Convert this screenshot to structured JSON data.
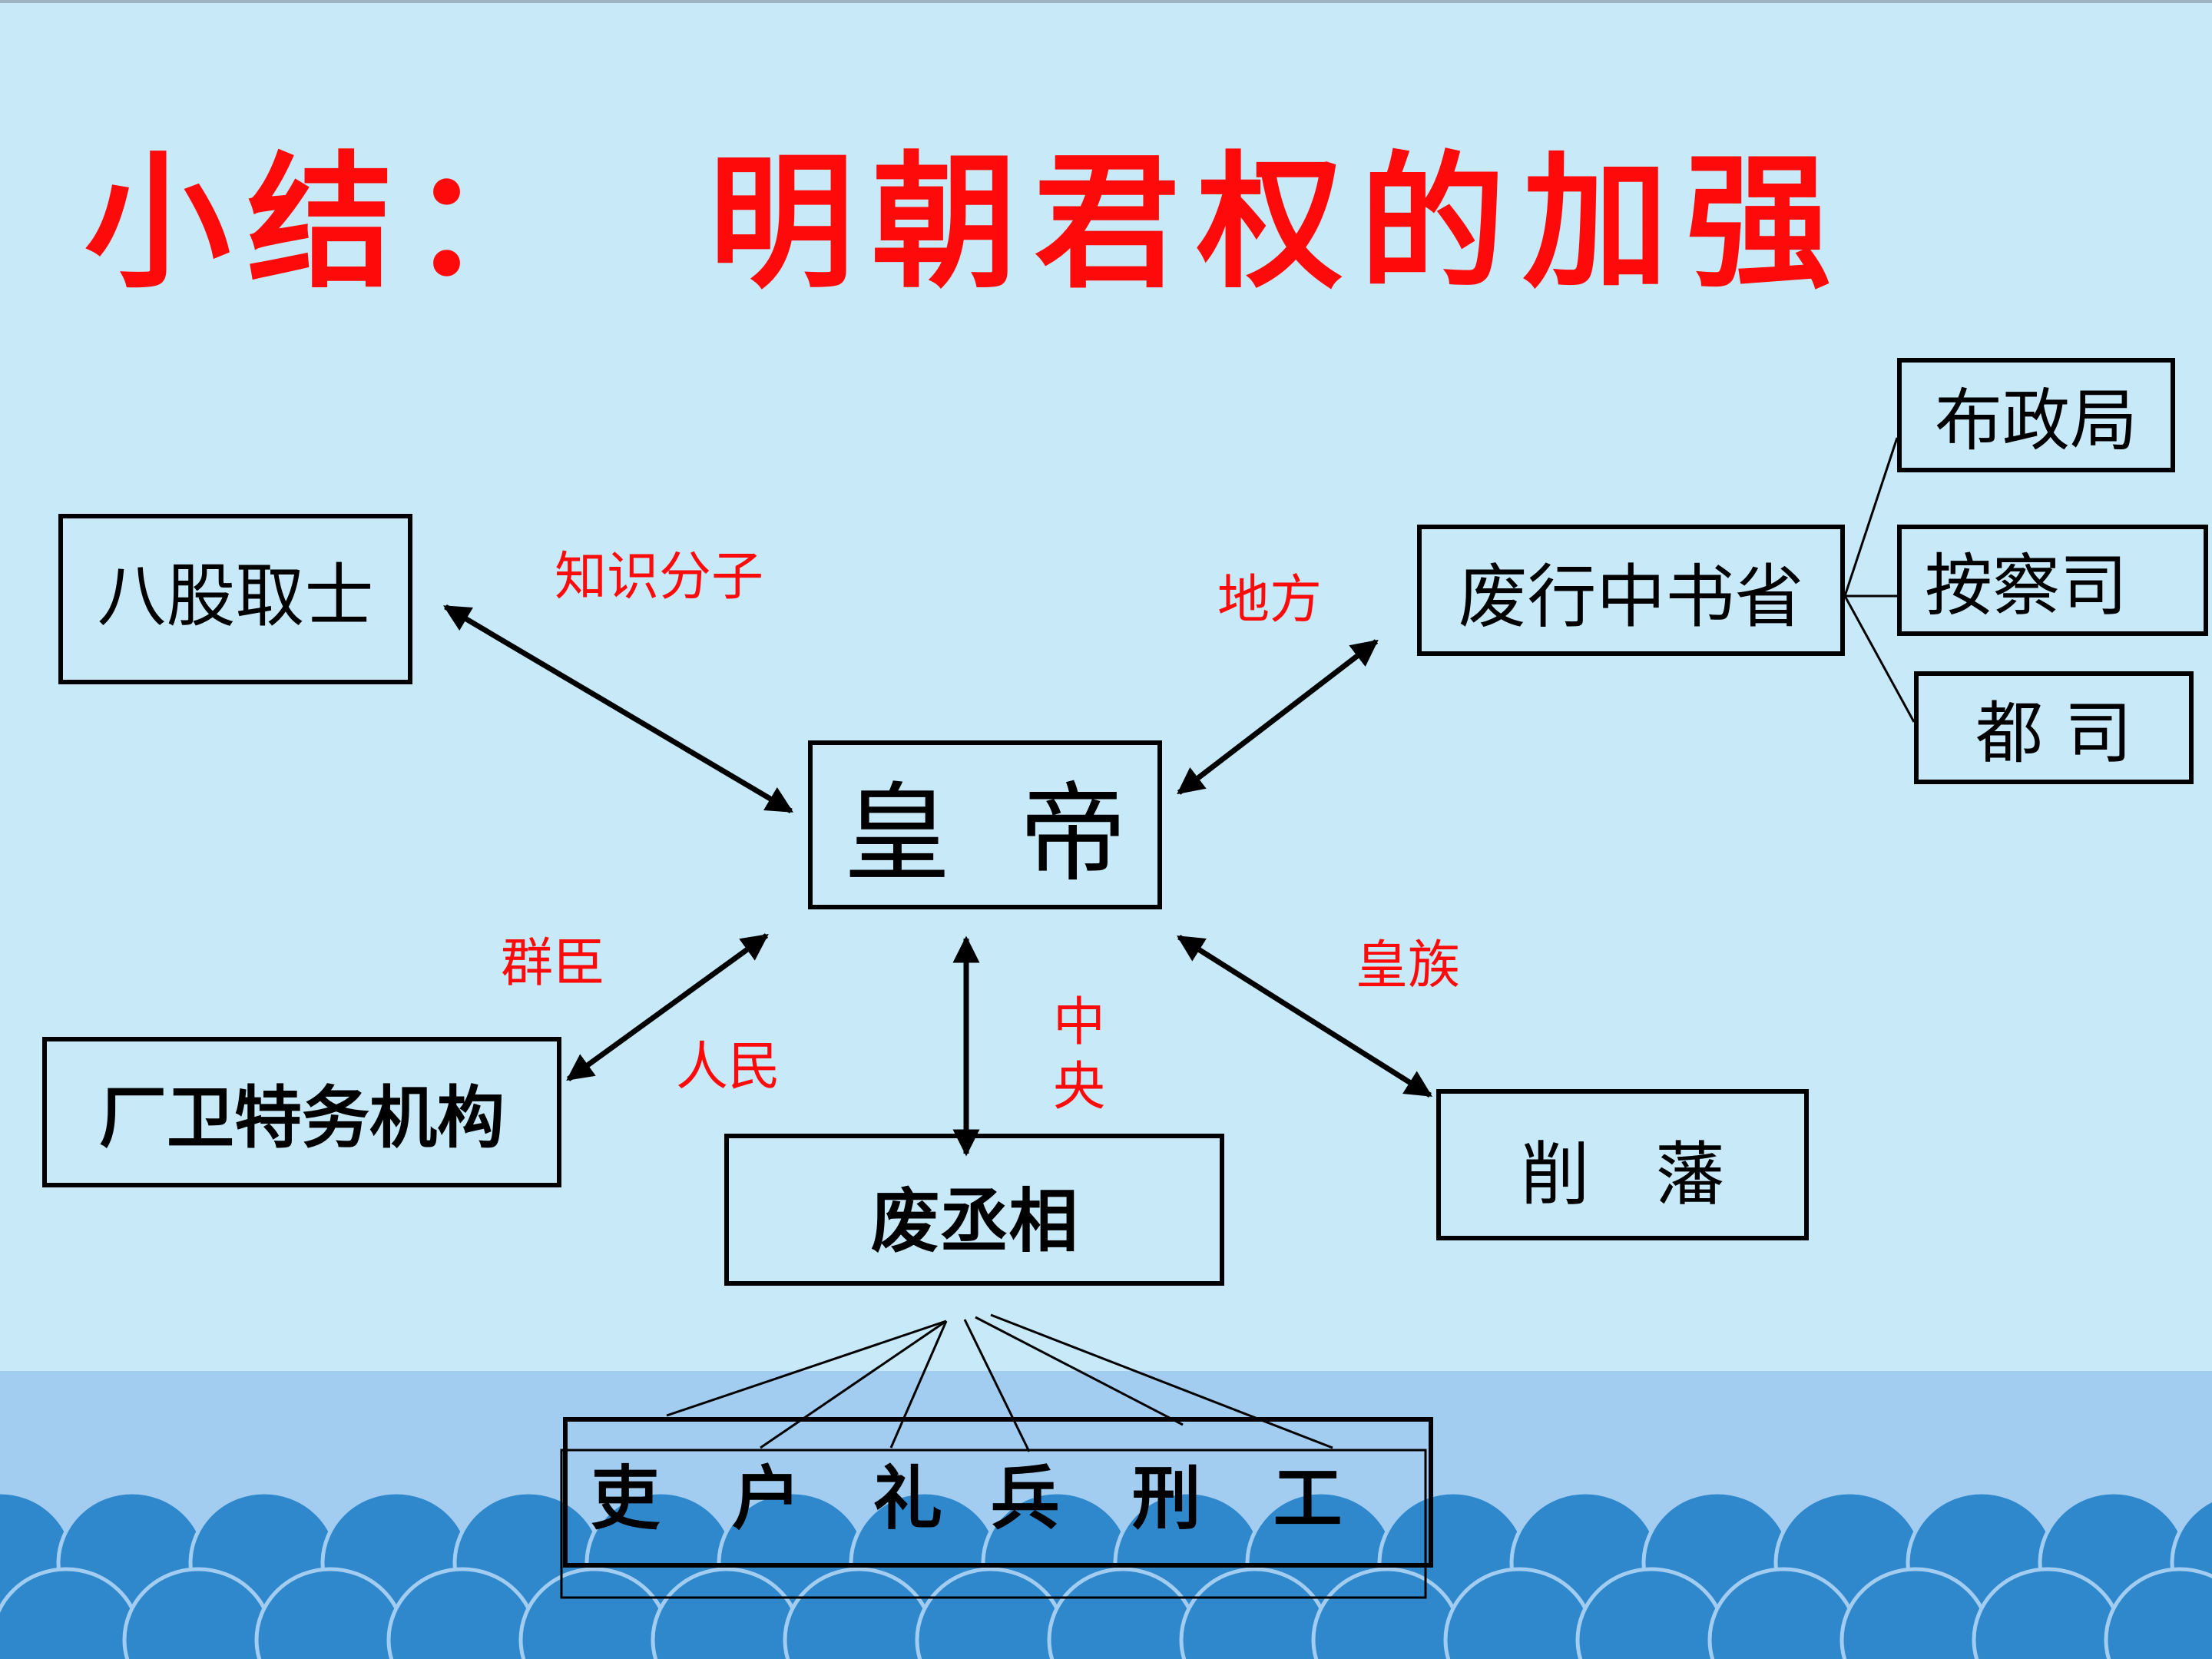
{
  "title": "小结：  明朝君权的加强",
  "colors": {
    "background": "#c8e9f8",
    "title": "#ff0a0a",
    "relation_label": "#ff0a0a",
    "box_border": "#000000",
    "water": "#a3cdf0",
    "wave_fill": "#2f87cc"
  },
  "nodes": {
    "emperor": "皇  帝",
    "bagu": "八股取士",
    "feixing": "废行中书省",
    "buzheng": "布政局",
    "ancha": "按察司",
    "dusi": "都 司",
    "changwei": "厂卫特务机构",
    "feicheng": "废丞相",
    "xuefan": "削   藩",
    "six_ministries": "吏   户   礼  兵   刑   工"
  },
  "relations": {
    "zhishi": "知识分子",
    "difang": "地方",
    "qunchen": "群臣",
    "renmin": "人民",
    "zhongyang": "中 央",
    "huangzu": "皇族"
  }
}
